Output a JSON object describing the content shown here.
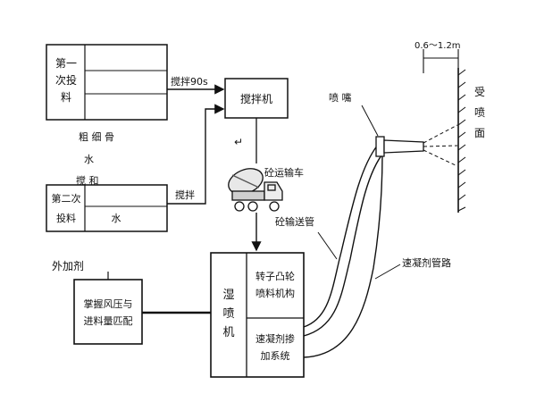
{
  "first_batch": {
    "label_line1": "第一",
    "label_line2": "次投",
    "label_line3": "料"
  },
  "first_batch_ingredients": {
    "line1": "粗 细 骨",
    "line2": "水",
    "line3": "搅     和"
  },
  "mix_time": "搅拌90s",
  "mixer": "搅拌机",
  "return_mark": "↵",
  "second_batch": {
    "label_line1": "第二次",
    "label_line2": "投料",
    "water": "水"
  },
  "mix_step2": "搅拌",
  "truck": "砼运输车",
  "pipe": "砼输送管",
  "nozzle": "喷 嘴",
  "distance": "0.6～1.2m",
  "surface": {
    "line1": "受",
    "line2": "喷",
    "line3": "面"
  },
  "accelerator_line": "速凝剂管路",
  "additive": "外加剂",
  "pressure_match": {
    "line1": "掌握风压与",
    "line2": "进料量匹配"
  },
  "wet_sprayer": {
    "line1": "湿",
    "line2": "喷",
    "line3": "机"
  },
  "rotor": {
    "line1": "转子凸轮",
    "line2": "喷料机构"
  },
  "accel_system": {
    "line1": "速凝剂掺",
    "line2": "加系统"
  }
}
